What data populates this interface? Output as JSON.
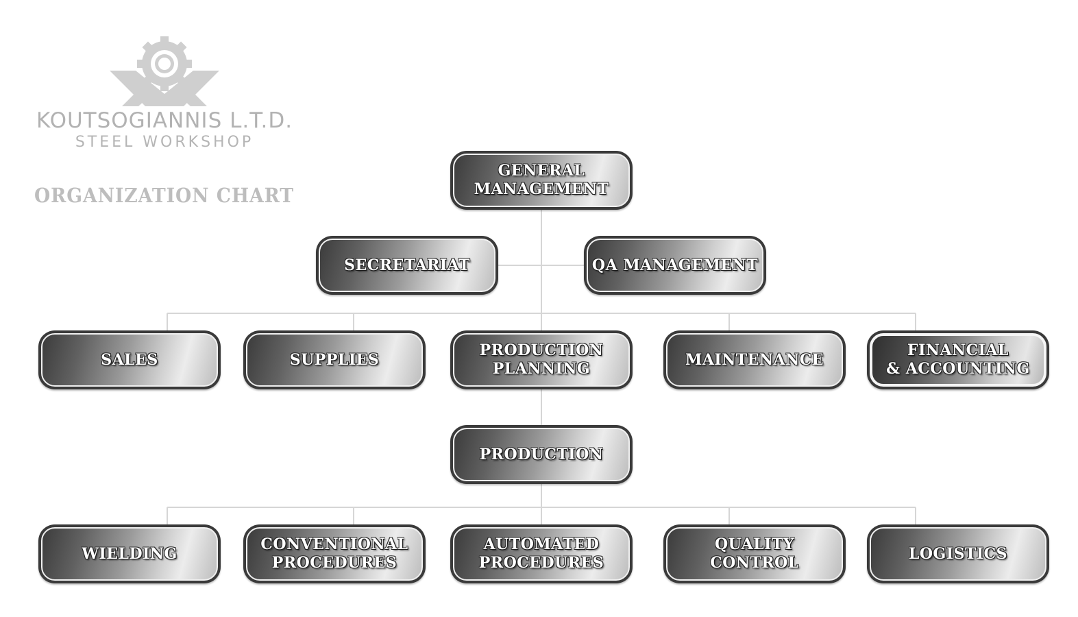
{
  "brand": {
    "company_name": "KOUTSOGIANNIS L.T.D.",
    "subtitle": "STEEL WORKSHOP",
    "logo_icon": "gear-crossed-steel-logo",
    "chart_title": "ORGANIZATION CHART"
  },
  "colors": {
    "connector": "#d6d6d6",
    "node_border": "#3a3a3a",
    "watermark_text": "#b5b5b5",
    "label_text": "#ffffff"
  },
  "nodes": {
    "general_management": "GENERAL\nMANAGEMENT",
    "secretariat": "SECRETARIAT",
    "qa_management": "QA MANAGEMENT",
    "sales": "SALES",
    "supplies": "SUPPLIES",
    "production_planning": "PRODUCTION\nPLANNING",
    "maintenance": "MAINTENANCE",
    "financial_accounting": "FINANCIAL\n& ACCOUNTING",
    "production": "PRODUCTION",
    "wielding": "WIELDING",
    "conventional_procedures": "CONVENTIONAL\nPROCEDURES",
    "automated_procedures": "AUTOMATED\nPROCEDURES",
    "quality_control": "QUALITY\nCONTROL",
    "logistics": "LOGISTICS"
  }
}
